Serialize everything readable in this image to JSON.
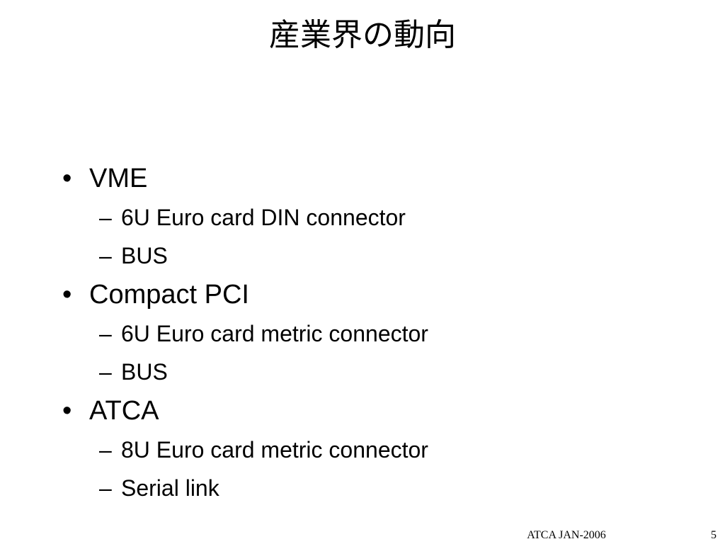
{
  "slide": {
    "title": "産業界の動向",
    "bullet_glyph": "•",
    "dash_glyph": "–",
    "items": [
      {
        "label": "VME",
        "subitems": [
          "6U Euro card DIN connector",
          "BUS"
        ]
      },
      {
        "label": "Compact PCI",
        "subitems": [
          "6U Euro card metric connector",
          "BUS"
        ]
      },
      {
        "label": "ATCA",
        "subitems": [
          "8U Euro card metric connector",
          "Serial link"
        ]
      }
    ]
  },
  "footer": {
    "center_text": "ATCA JAN-2006",
    "page_number": "5"
  }
}
